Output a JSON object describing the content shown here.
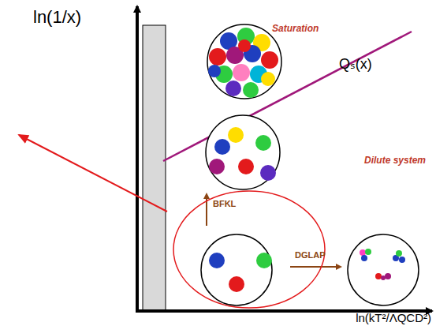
{
  "diagram": {
    "labels": [
      "ln(1/x)",
      "Saturation",
      "Qₛ(x)",
      "Dilute system",
      "BFKL",
      "DGLAP",
      "ln(kT²/ΛQCD²)"
    ]
  }
}
